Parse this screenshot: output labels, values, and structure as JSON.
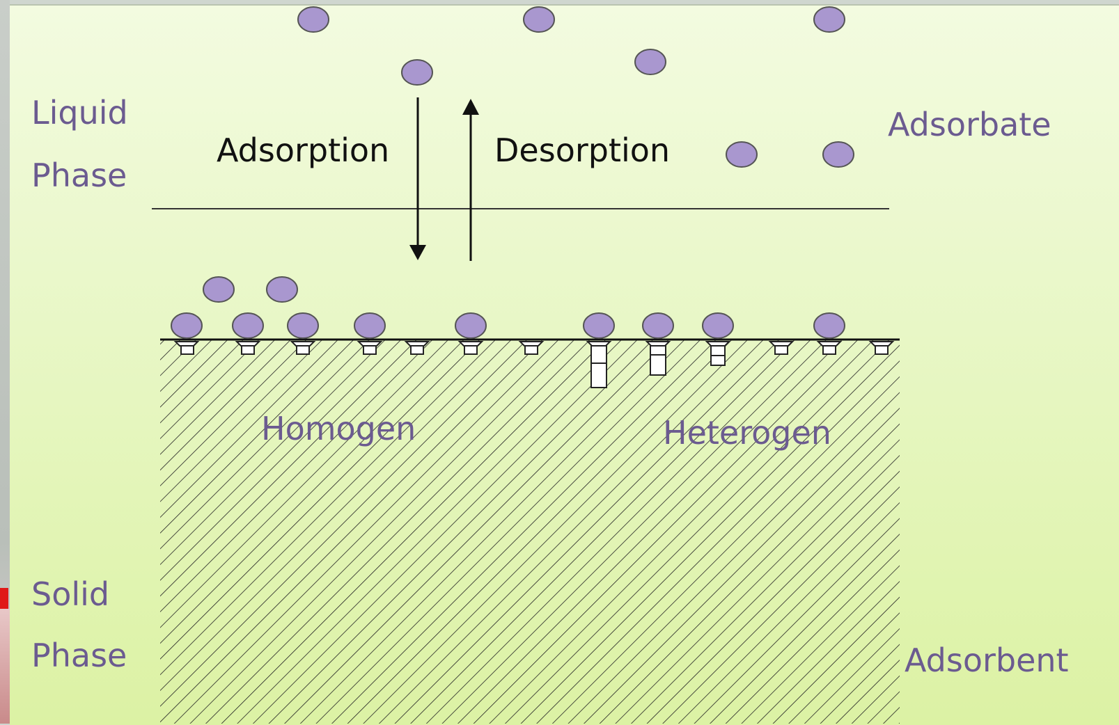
{
  "labels": {
    "liquid": "Liquid",
    "liquid_phase": "Phase",
    "solid": "Solid",
    "solid_phase": "Phase",
    "adsorption": "Adsorption",
    "desorption": "Desorption",
    "adsorbate": "Adsorbate",
    "adsorbent": "Adsorbent",
    "homogen": "Homogen",
    "heterogen": "Heterogen"
  },
  "colors": {
    "background_top": "#f3fbe0",
    "background_bottom": "#dcf2a4",
    "molecule_fill": "#a997cf",
    "molecule_stroke": "#555555",
    "label_purple": "#6b5b90",
    "label_black": "#111111"
  }
}
